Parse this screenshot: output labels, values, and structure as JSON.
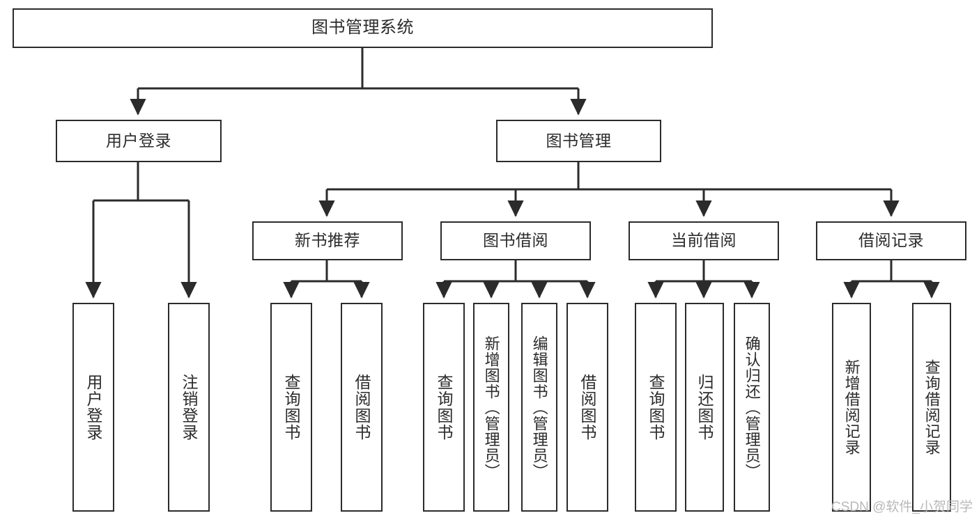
{
  "diagram": {
    "kind": "hierarchy-tree",
    "title": "图书管理系统",
    "watermark": "CSDN @软件_小贺同学",
    "colors": {
      "box_border": "#2b2b2b",
      "box_fill": "#ffffff",
      "connector": "#2b2b2b",
      "text": "#2b2b2b",
      "watermark": "#b9b9b9",
      "background": "#ffffff"
    },
    "nodes": {
      "root": {
        "label": "图书管理系统"
      },
      "level2": [
        {
          "id": "user-login",
          "label": "用户登录"
        },
        {
          "id": "book-manage",
          "label": "图书管理"
        }
      ],
      "level3": [
        {
          "id": "new-book-recommend",
          "label": "新书推荐"
        },
        {
          "id": "book-borrow",
          "label": "图书借阅"
        },
        {
          "id": "current-borrow",
          "label": "当前借阅"
        },
        {
          "id": "borrow-record",
          "label": "借阅记录"
        }
      ],
      "leaves": {
        "user-login": [
          {
            "id": "leaf-user-login",
            "label": "用户登录"
          },
          {
            "id": "leaf-logout-login",
            "label": "注销登录"
          }
        ],
        "new-book-recommend": [
          {
            "id": "leaf-query-book-1",
            "label": "查询图书"
          },
          {
            "id": "leaf-borrow-book-1",
            "label": "借阅图书"
          }
        ],
        "book-borrow": [
          {
            "id": "leaf-query-book-2",
            "label": "查询图书"
          },
          {
            "id": "leaf-add-book-admin",
            "label": "新增图书（管理员）"
          },
          {
            "id": "leaf-edit-book-admin",
            "label": "编辑图书（管理员）"
          },
          {
            "id": "leaf-borrow-book-2",
            "label": "借阅图书"
          }
        ],
        "current-borrow": [
          {
            "id": "leaf-query-book-3",
            "label": "查询图书"
          },
          {
            "id": "leaf-return-book",
            "label": "归还图书"
          },
          {
            "id": "leaf-confirm-return-admin",
            "label": "确认归还（管理员）"
          }
        ],
        "borrow-record": [
          {
            "id": "leaf-add-borrow-record",
            "label": "新增借阅记录"
          },
          {
            "id": "leaf-query-borrow-record",
            "label": "查询借阅记录"
          }
        ]
      }
    }
  }
}
